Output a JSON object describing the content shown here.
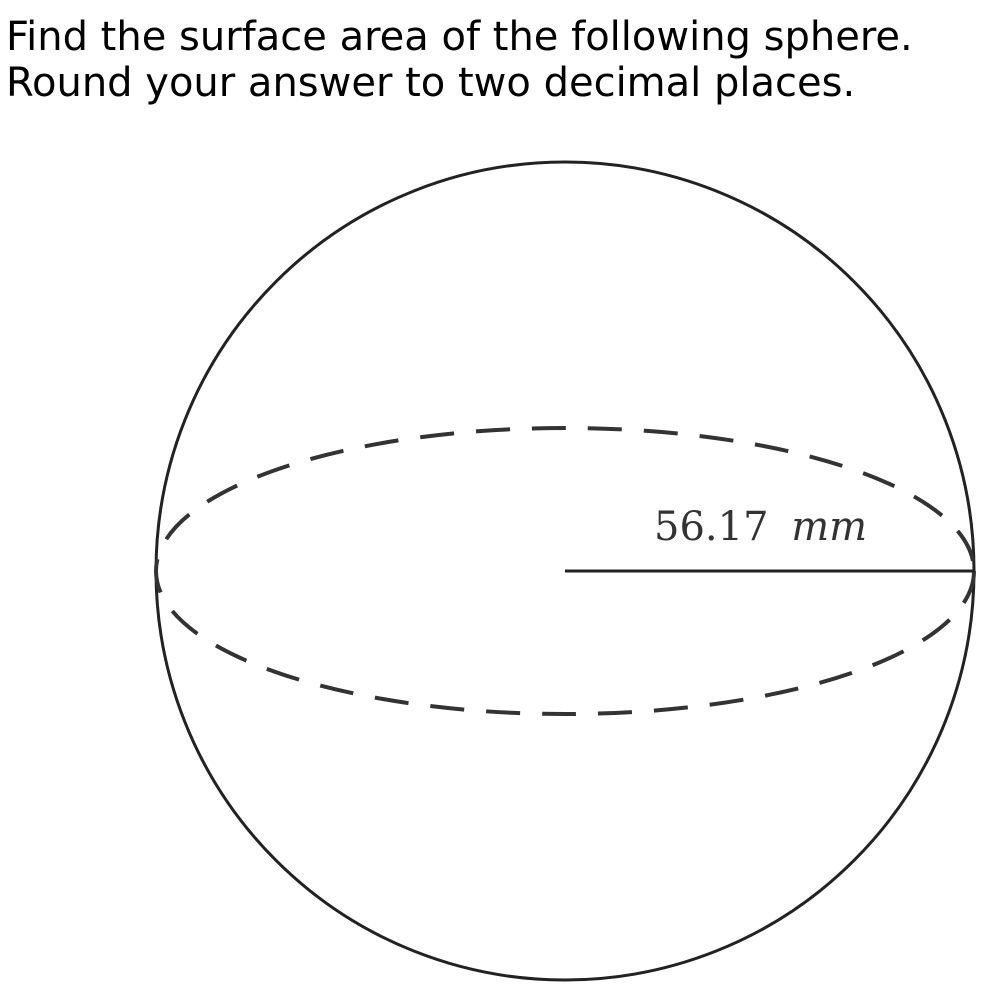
{
  "question": {
    "line1": "Find the surface area of the following sphere.",
    "line2": "Round your answer to two decimal places."
  },
  "figure": {
    "shape": "sphere",
    "radius_value": "56.17",
    "radius_unit": "mm",
    "stroke_color": "#222222",
    "label_color": "#333333"
  }
}
